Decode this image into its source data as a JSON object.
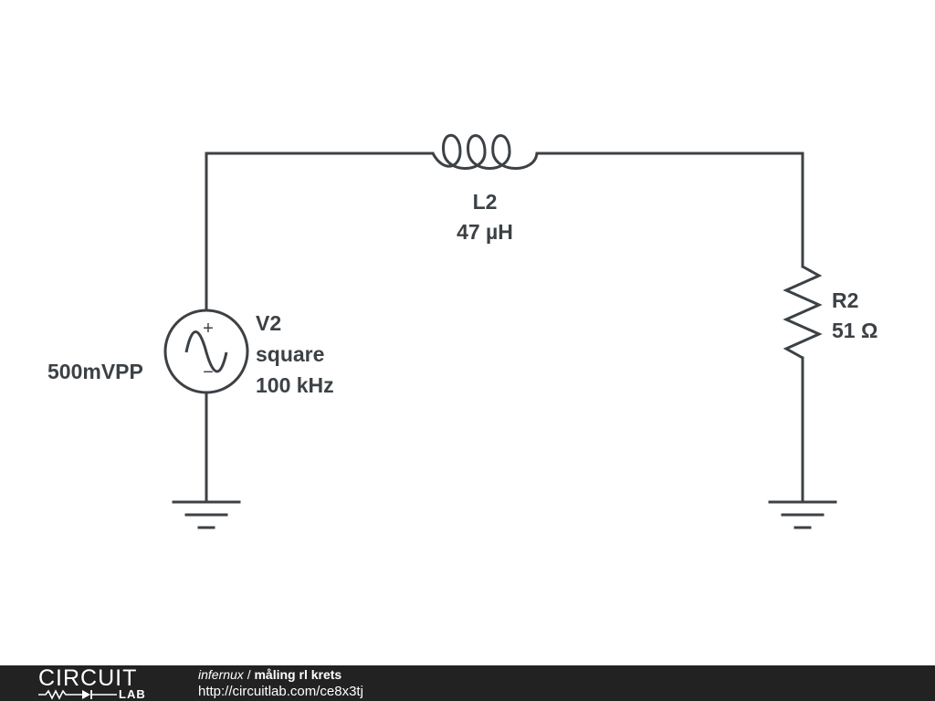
{
  "components": {
    "source": {
      "name": "V2",
      "waveform": "square",
      "frequency": "100 kHz",
      "amplitude": "500mVPP",
      "plus": "+",
      "minus": "−"
    },
    "inductor": {
      "name": "L2",
      "value": "47 µH"
    },
    "resistor": {
      "name": "R2",
      "value": "51 Ω"
    }
  },
  "footer": {
    "logo_text": "CIRCUIT",
    "logo_sub": "LAB",
    "author": "infernux",
    "separator": " / ",
    "title": "måling rl krets",
    "url": "http://circuitlab.com/ce8x3tj"
  },
  "colors": {
    "wire": "#3c4145",
    "footer_bg": "#222222",
    "background": "#ffffff"
  }
}
